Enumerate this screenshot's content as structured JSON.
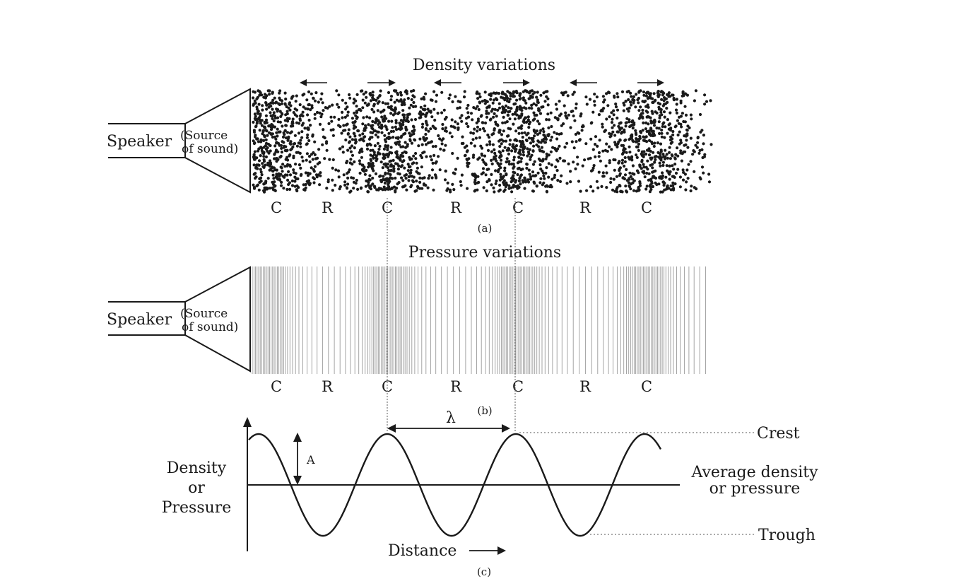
{
  "panel_a": {
    "title": "Density variations",
    "speaker_label": "Speaker",
    "source_line1": "(Source",
    "source_line2": "of sound)",
    "zone_labels": [
      "C",
      "R",
      "C",
      "R",
      "C",
      "R",
      "C"
    ],
    "caption": "(a)"
  },
  "panel_b": {
    "title": "Pressure variations",
    "speaker_label": "Speaker",
    "source_line1": "(Source",
    "source_line2": "of sound)",
    "zone_labels": [
      "C",
      "R",
      "C",
      "R",
      "C",
      "R",
      "C"
    ],
    "caption": "(b)"
  },
  "panel_c": {
    "caption": "(c)",
    "y_label_lines": [
      "Density",
      "or",
      "Pressure"
    ],
    "x_label": "Distance",
    "wavelength_symbol": "λ",
    "amplitude_symbol": "A",
    "crest_label": "Crest",
    "trough_label": "Trough",
    "average_line1": "Average density",
    "average_line2": "or pressure"
  },
  "colors": {
    "ink": "#1a1a1a",
    "line_pattern": "#9a9a9a",
    "guide": "#777777"
  }
}
